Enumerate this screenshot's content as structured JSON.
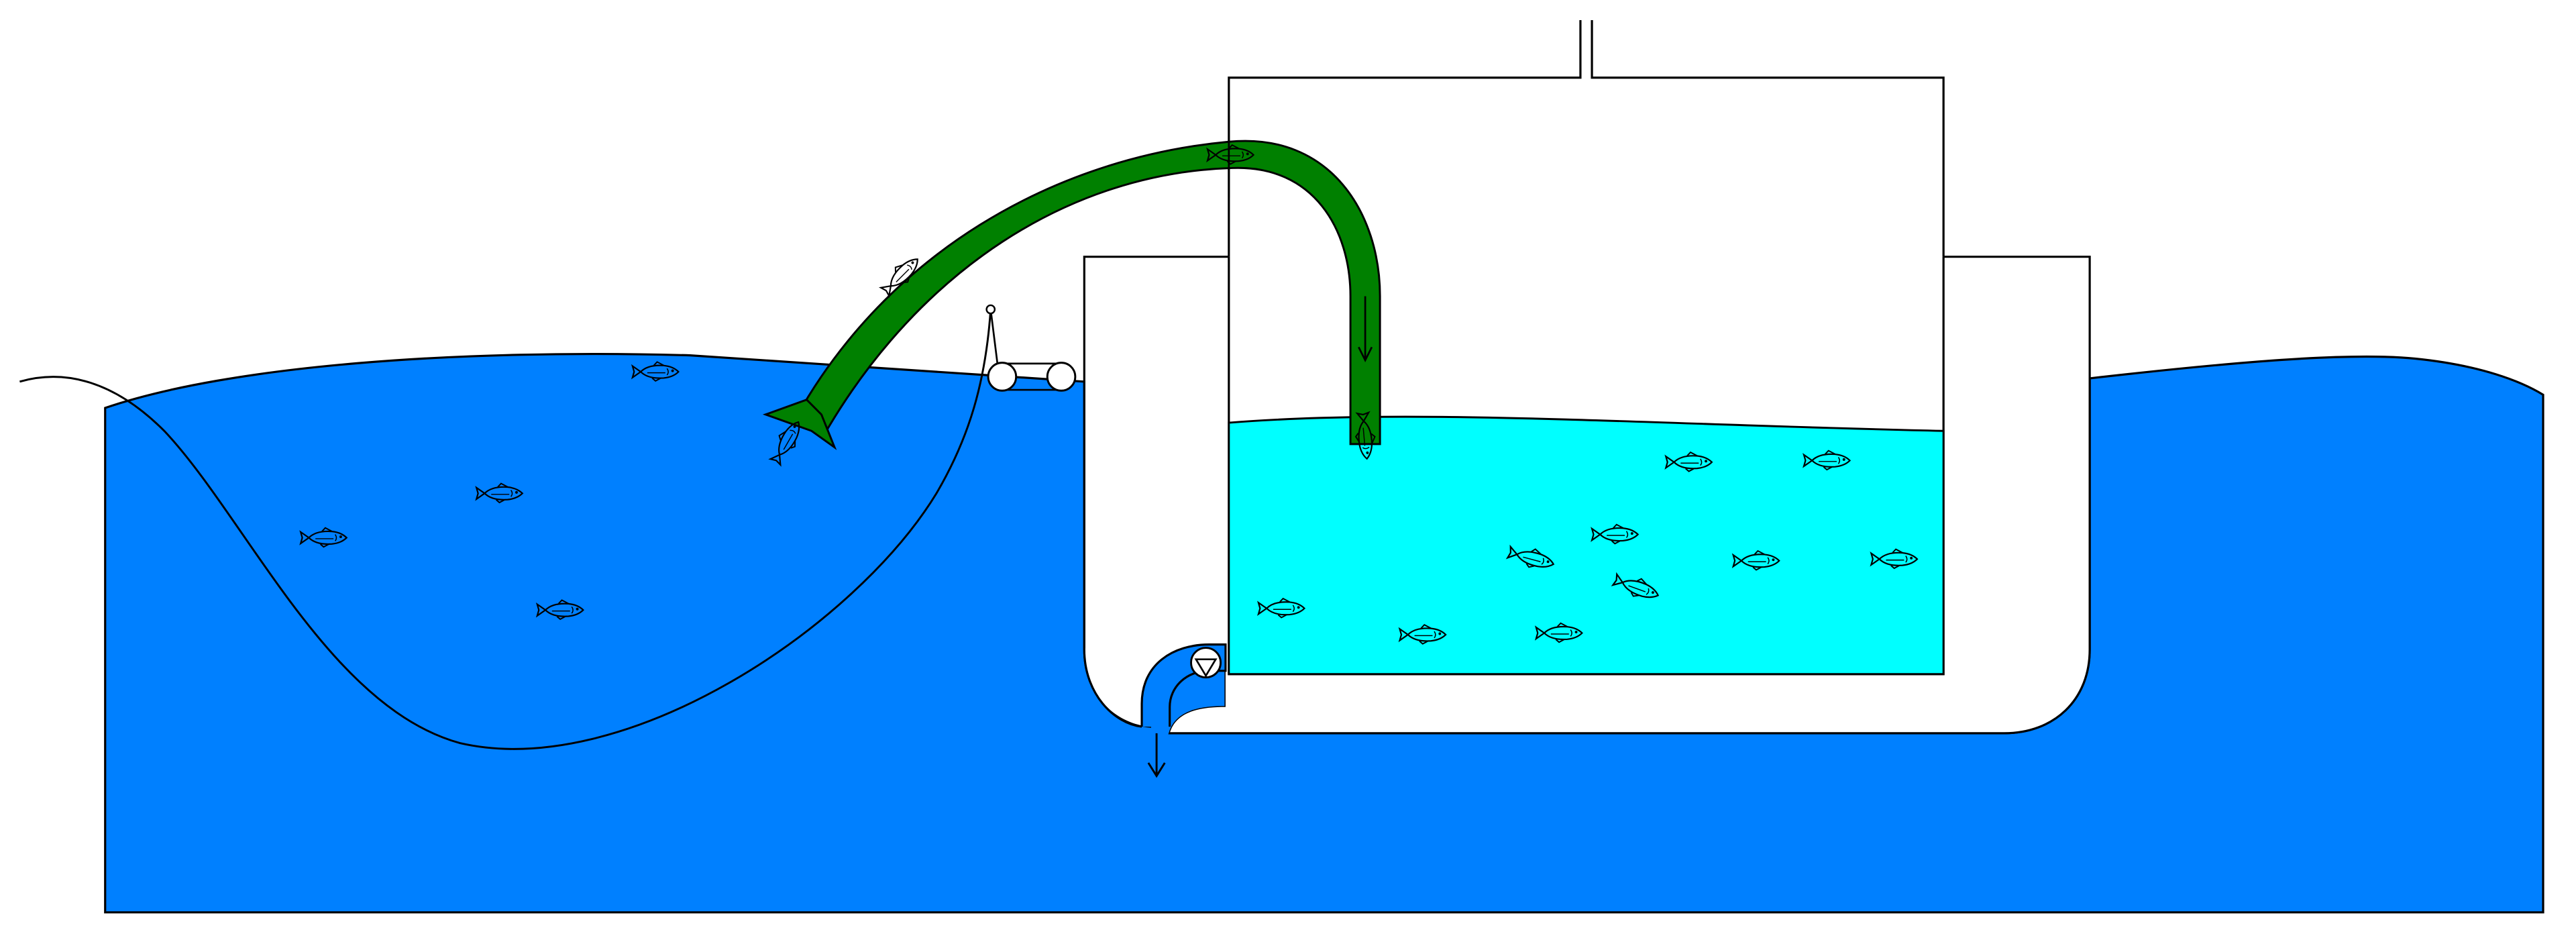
{
  "diagram": {
    "colors": {
      "sea_water": "#0080ff",
      "tank_water": "#00ffff",
      "pipe": "#008000",
      "outline": "#000000",
      "background": "#ffffff"
    },
    "components": [
      "sea",
      "seine-net",
      "net-reel",
      "suction-hose",
      "vessel-hull",
      "holding-tank",
      "discharge-pump",
      "outflow-arrow"
    ],
    "fish_icon": "fish-icon",
    "flow_arrows": [
      "pipe-flow-down-arrow",
      "discharge-down-arrow"
    ]
  }
}
